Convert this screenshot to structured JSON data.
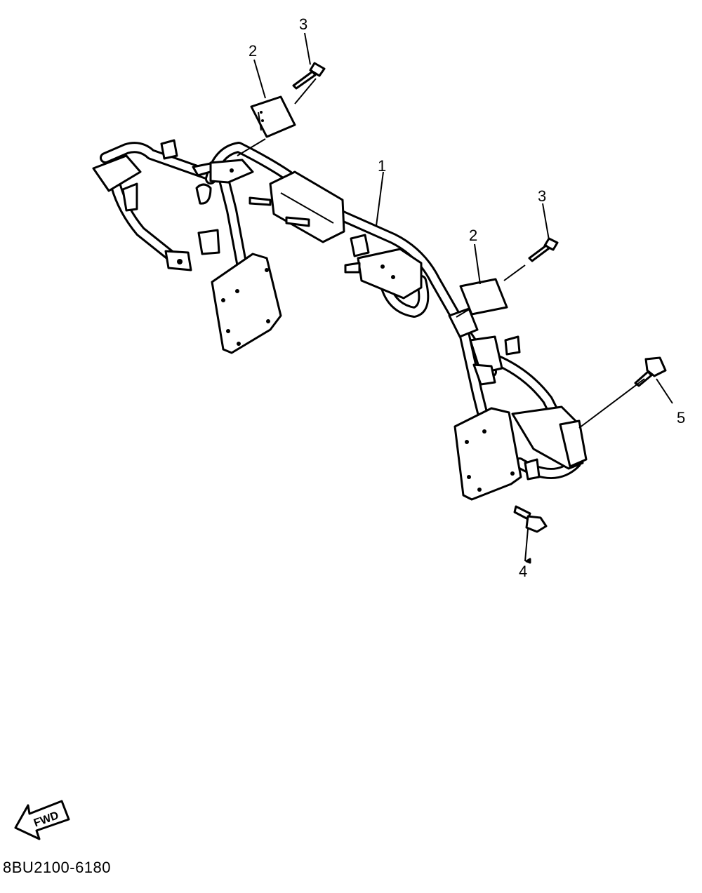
{
  "diagram": {
    "callouts": [
      "1",
      "2",
      "3",
      "2",
      "3",
      "4",
      "5"
    ],
    "fwd_label": "FWD",
    "code": "8BU2100-6180"
  }
}
